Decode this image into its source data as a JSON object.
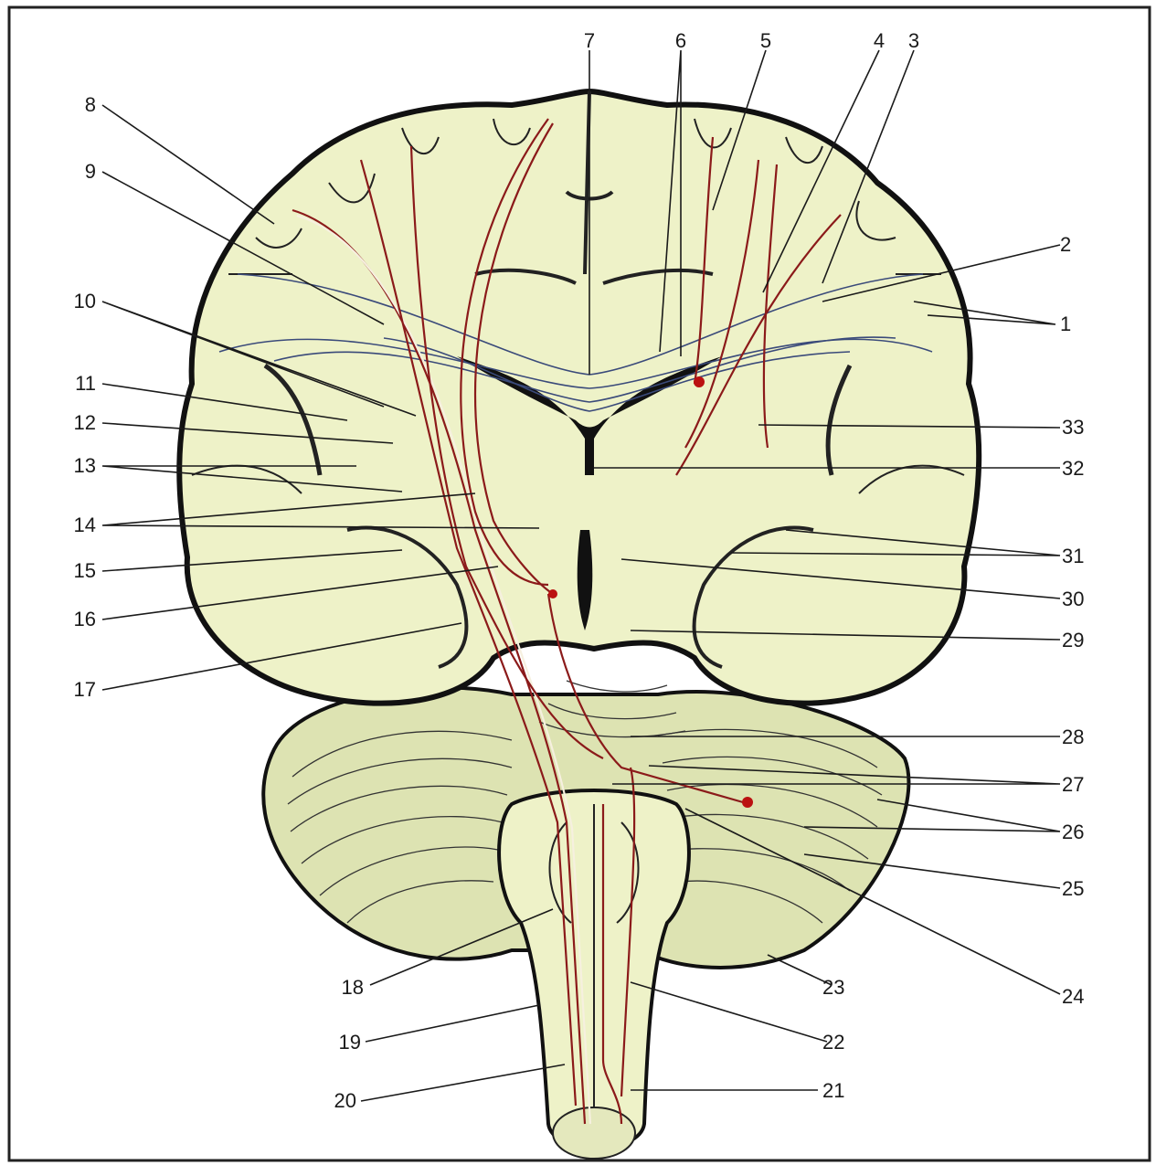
{
  "figure": {
    "labels_right": [
      "7",
      "6",
      "5",
      "4",
      "3",
      "2",
      "1",
      "33",
      "32",
      "31",
      "30",
      "29",
      "28",
      "27",
      "26",
      "25",
      "24",
      "23",
      "22",
      "21"
    ],
    "labels_left": [
      "8",
      "9",
      "10",
      "11",
      "12",
      "13",
      "14",
      "15",
      "16",
      "17",
      "18",
      "19",
      "20"
    ],
    "colors": {
      "tissue": "#eef2c8",
      "cerebellum": "#dde3b2",
      "tract": "#8b1a1a",
      "commissural": "#3a4a7a",
      "outline": "#111111"
    }
  }
}
